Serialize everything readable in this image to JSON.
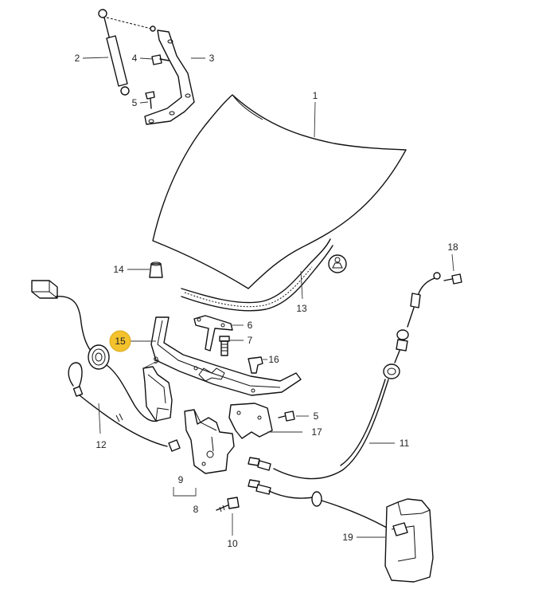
{
  "callouts": {
    "c1": "1",
    "c2": "2",
    "c3": "3",
    "c4": "4",
    "c5a": "5",
    "c5b": "5",
    "c6": "6",
    "c7": "7",
    "c8": "8",
    "c9a": "9",
    "c9b": "9",
    "c10": "10",
    "c11": "11",
    "c12": "12",
    "c13": "13",
    "c14": "14",
    "c15": "15",
    "c16": "16",
    "c17": "17",
    "c18": "18",
    "c19": "19"
  },
  "highlight": {
    "selected_callout": "15",
    "color": "#f3c22c"
  }
}
